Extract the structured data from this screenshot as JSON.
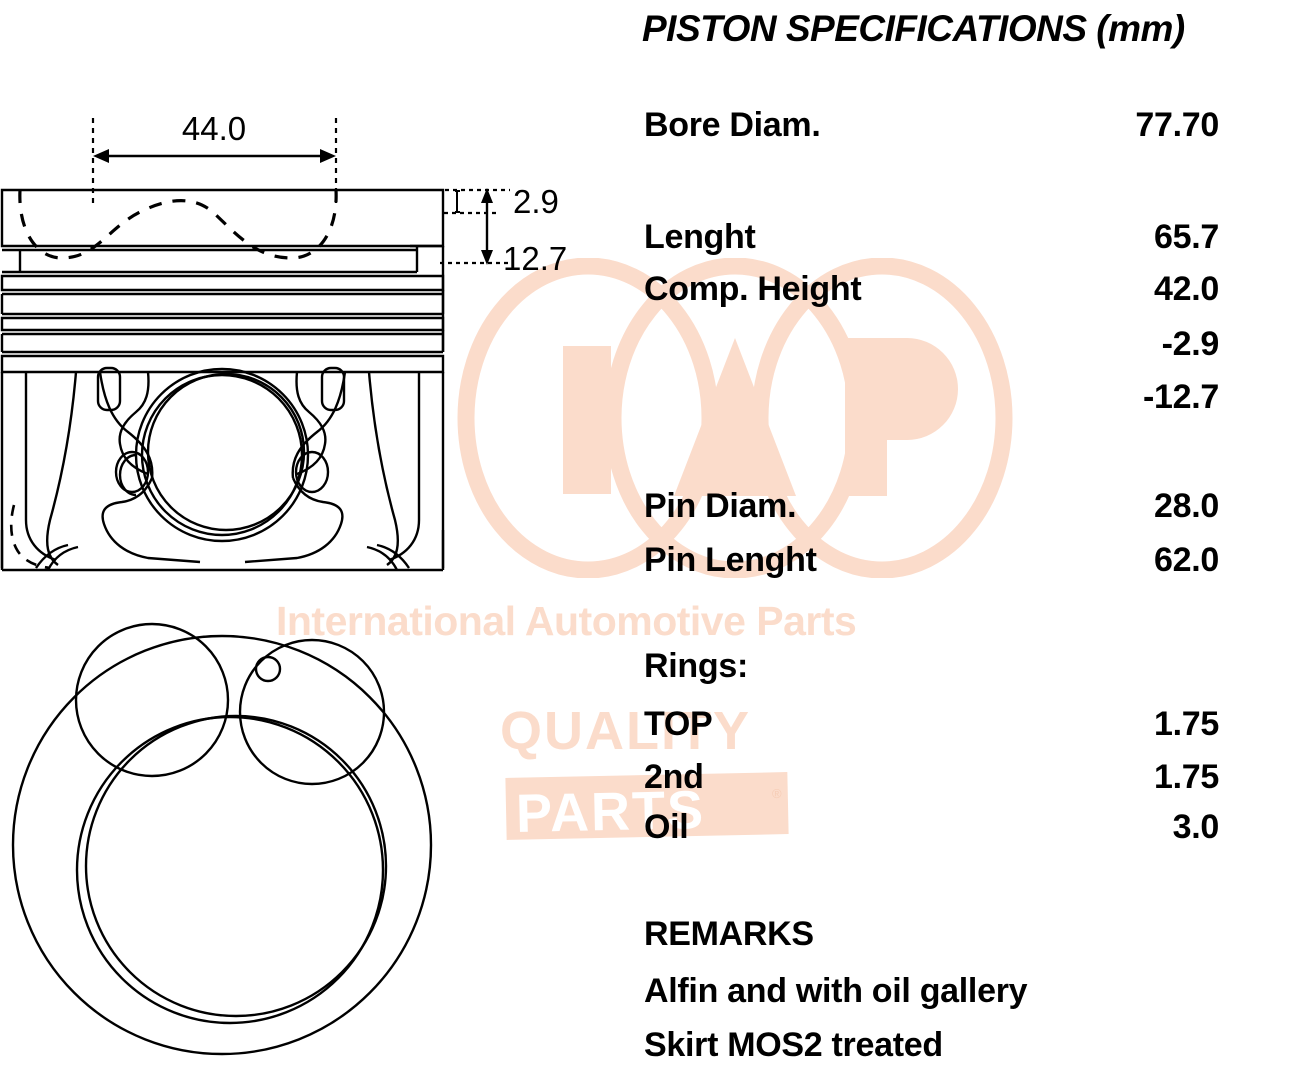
{
  "document": {
    "title": "PISTON SPECIFICATIONS (mm)"
  },
  "specs": {
    "rows": [
      {
        "label": "Bore Diam.",
        "value": "77.70"
      },
      {
        "label": "Lenght",
        "value": "65.7"
      },
      {
        "label": "Comp. Height",
        "value": "42.0"
      },
      {
        "label": "",
        "value": "-2.9"
      },
      {
        "label": "",
        "value": "-12.7"
      },
      {
        "label": "Pin Diam.",
        "value": "28.0"
      },
      {
        "label": "Pin Lenght",
        "value": "62.0"
      }
    ]
  },
  "rings": {
    "heading": "Rings:",
    "rows": [
      {
        "label": "TOP",
        "value": "1.75"
      },
      {
        "label": "2nd",
        "value": "1.75"
      },
      {
        "label": "Oil",
        "value": "3.0"
      }
    ]
  },
  "remarks": {
    "heading": "REMARKS",
    "lines": [
      "Alfin and with oil gallery",
      "Skirt MOS2 treated"
    ]
  },
  "drawing": {
    "dimensions": {
      "width_44": "44.0",
      "top_land_2_9": "2.9",
      "ring_pack_12_7": "12.7"
    }
  },
  "watermark": {
    "logo_letters": "IAP",
    "tagline": "International Automotive Parts",
    "quality": "QUALITY",
    "parts": "PARTS",
    "registered": "®",
    "color": "#fbdccb"
  }
}
